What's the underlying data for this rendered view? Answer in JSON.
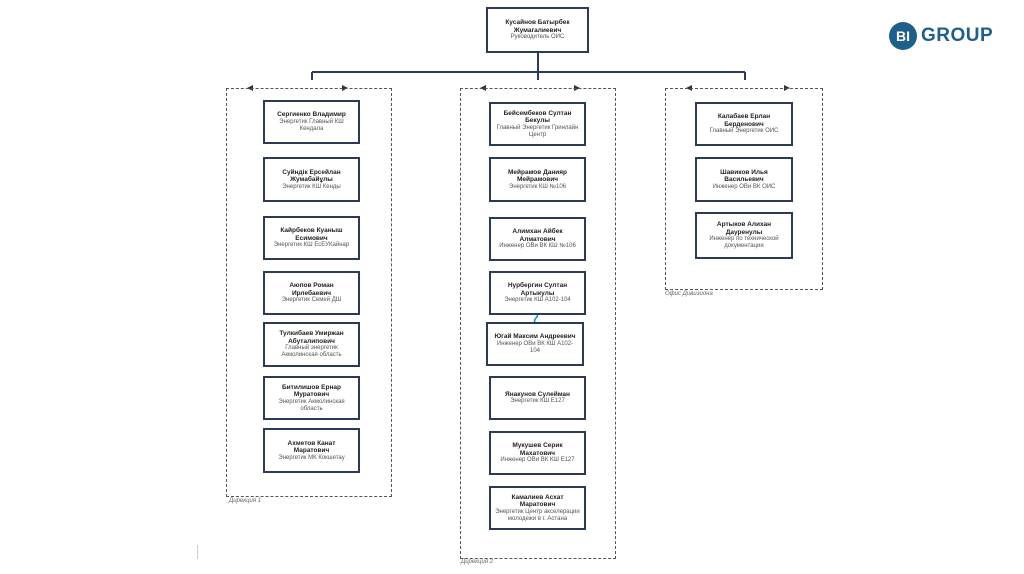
{
  "logo": {
    "mark": "BI",
    "text": "GROUP"
  },
  "head": {
    "name": "Кусайнов Батырбек Жумагалиевич",
    "role": "Руководитель ОИС"
  },
  "groups": [
    {
      "label": "Дирекция 1"
    },
    {
      "label": "Дирекция 2"
    },
    {
      "label": "Офис Дивизиона"
    }
  ],
  "col1": [
    {
      "name": "Сергиенко Владимир",
      "role": "Энергетик Главный КШ Кендала"
    },
    {
      "name": "Суйндік Ерсейлан Жумабайұлы",
      "role": "Энергетик КШ Кенды"
    },
    {
      "name": "Кайрбеков Куаныш Есимович",
      "role": "Энергетик КШ ЕсЕУКайнар"
    },
    {
      "name": "Аюпов Роман Ирлебаевич",
      "role": "Энергетик Семей ДШ"
    },
    {
      "name": "Тулкибаев Умиржан Абуталипович",
      "role": "Главный энергетик Акмолинская область"
    },
    {
      "name": "Битилишов Ернар Муратович",
      "role": "Энергетик Акмолинская область"
    },
    {
      "name": "Ахметов Канат Маратович",
      "role": "Энергетик МК Кокшетау"
    }
  ],
  "col2": [
    {
      "name": "Бейсембеков Султан Бекулы",
      "role": "Главный Энергетик Гринлайн Центр"
    },
    {
      "name": "Мейрамов Данияр Мейрамович",
      "role": "Энергетик КШ №106"
    },
    {
      "name": "Алимхан Айбек Алматович",
      "role": "Инженер ОВи ВК КШ №106"
    },
    {
      "name": "Нурбергин Султан Артыкулы",
      "role": "Энергетик КШ А102-104"
    },
    {
      "name": "Югай Максим Андреевич",
      "role": "Инженер ОВи ВК КШ А102-104"
    },
    {
      "name": "Янакунов Сулейман",
      "role": "Энергетик КШ Е127"
    },
    {
      "name": "Мукушев Серик Махатович",
      "role": "Инженер ОВи ВК КШ Е127"
    },
    {
      "name": "Камалиев Асхат Маратович",
      "role": "Энергетик Центр акселерации молодежи в г. Астана"
    }
  ],
  "col3": [
    {
      "name": "Калабаев Ерлан Берденович",
      "role": "Главный Энергетик ОИС"
    },
    {
      "name": "Шавиков Илья Васильевич",
      "role": "Инженер ОВи ВК ОИС"
    },
    {
      "name": "Артыков Алихан Дауренулы",
      "role": "Инженер по технической документации"
    }
  ]
}
